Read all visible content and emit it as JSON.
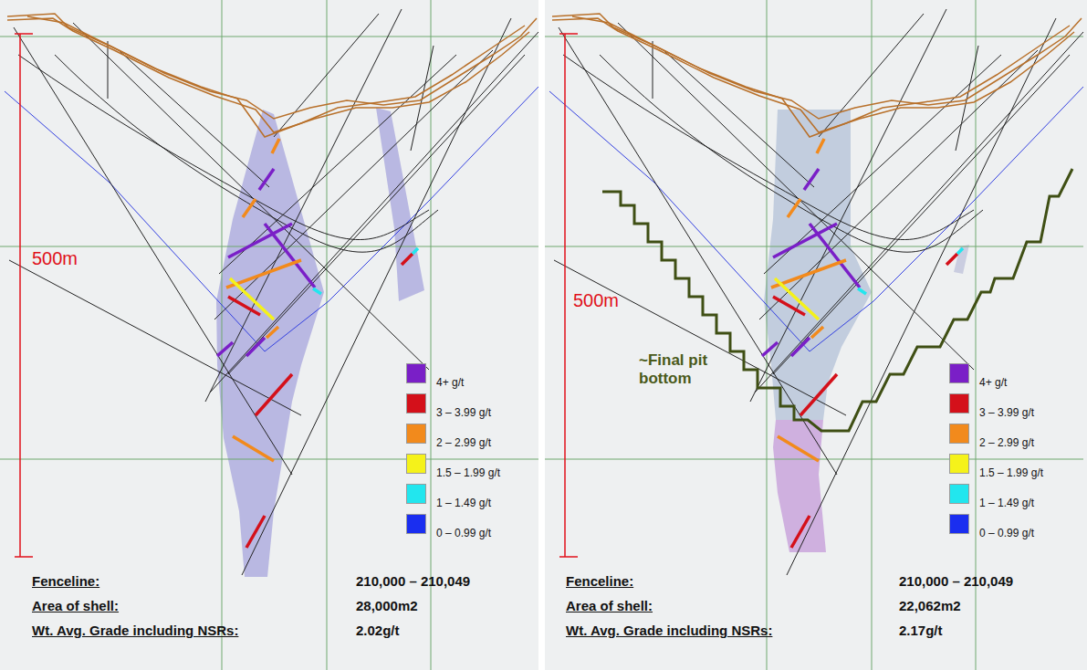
{
  "diagram": {
    "labels": [
      "500m",
      "Fenceline:",
      "210,000 – 210,049",
      "Area of shell:",
      "28,000m2",
      "Wt. Avg. Grade including NSRs:",
      "2.02g/t",
      "500m",
      "~Final pit bottom",
      "Fenceline:",
      "210,000 – 210,049",
      "Area of shell:",
      "22,062m2",
      "Wt. Avg. Grade including NSRs:",
      "2.17g/t"
    ],
    "legend": [
      {
        "text": "4+ g/t",
        "color": "#7a1fc7"
      },
      {
        "text": "3 – 3.99 g/t",
        "color": "#d4101a"
      },
      {
        "text": "2 – 2.99 g/t",
        "color": "#f28a1c"
      },
      {
        "text": "1.5 – 1.99 g/t",
        "color": "#f5f21a"
      },
      {
        "text": "1 – 1.49 g/t",
        "color": "#22e6ee"
      },
      {
        "text": "0 – 0.99 g/t",
        "color": "#1a2ef0"
      },
      {
        "text": "4+ g/t",
        "color": "#7a1fc7"
      },
      {
        "text": "3 – 3.99 g/t",
        "color": "#d4101a"
      },
      {
        "text": "2 – 2.99 g/t",
        "color": "#f28a1c"
      },
      {
        "text": "1.5 – 1.99 g/t",
        "color": "#f5f21a"
      },
      {
        "text": "1 – 1.49 g/t",
        "color": "#22e6ee"
      },
      {
        "text": "0 – 0.99 g/t",
        "color": "#1a2ef0"
      }
    ]
  }
}
